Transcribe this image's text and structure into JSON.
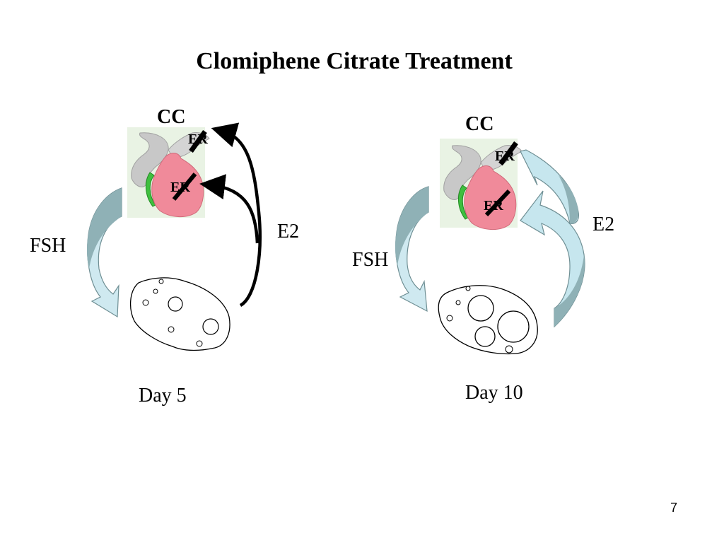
{
  "slide": {
    "title": "Clomiphene Citrate Treatment",
    "page_number": "7"
  },
  "panels": [
    {
      "drug_label": "CC",
      "receptor_top": "ER",
      "receptor_bottom": "ER",
      "hormone_down": "FSH",
      "hormone_up": "E2",
      "day_label": "Day 5"
    },
    {
      "drug_label": "CC",
      "receptor_top": "ER",
      "receptor_bottom": "ER",
      "hormone_down": "FSH",
      "hormone_up": "E2",
      "day_label": "Day 10"
    }
  ],
  "colors": {
    "pituitary": "#f08a9a",
    "hypothalamus": "#c8c8c8",
    "stalk_green": "#3fbf3f",
    "fsh_arrow_light": "#cfe9f0",
    "fsh_arrow_dark": "#8fb1b6",
    "e2_arrow_day10": "#c6e6ee",
    "block_mark": "#000000"
  }
}
